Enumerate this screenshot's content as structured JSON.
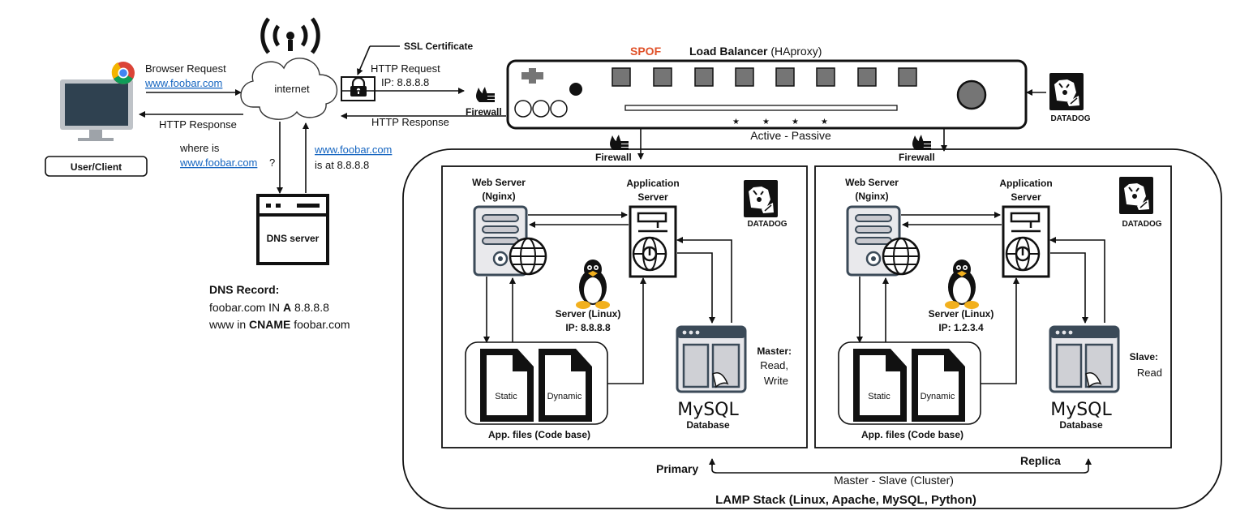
{
  "client": {
    "label": "User/Client",
    "browser_request": "Browser Request",
    "url": "www.foobar.com",
    "http_response": "HTTP Response"
  },
  "internet": {
    "label": "internet",
    "ssl_certificate": "SSL Certificate",
    "http_request": "HTTP Request",
    "request_ip": "IP: 8.8.8.8",
    "http_response": "HTTP Response",
    "where_is": "where is",
    "where_is_url": "www.foobar.com",
    "question": "?",
    "answer_url": "www.foobar.com",
    "answer_ip": "is at 8.8.8.8"
  },
  "dns": {
    "server_label": "DNS server",
    "record_title": "DNS Record:",
    "line1_pre": "foobar.com IN ",
    "line1_bold": "A",
    "line1_post": " 8.8.8.8",
    "line2_pre": "www in ",
    "line2_bold": "CNAME",
    "line2_post": " foobar.com"
  },
  "load_balancer": {
    "spof": "SPOF",
    "title_bold": "Load Balancer",
    "title_rest": " (HAproxy)",
    "mode": "Active - Passive",
    "firewall": "Firewall"
  },
  "datadog": "DATADOG",
  "servers": [
    {
      "web_server_1": "Web Server",
      "web_server_2": "(Nginx)",
      "app_server_1": "Application",
      "app_server_2": "Server",
      "os_label": "Server (Linux)",
      "ip": "IP: 8.8.8.8",
      "static": "Static",
      "dynamic": "Dynamic",
      "files_label": "App. files (Code base)",
      "mysql": "MySQL",
      "database": "Database",
      "role_title": "Master:",
      "role_line1": "Read,",
      "role_line2": "Write",
      "firewall": "Firewall"
    },
    {
      "web_server_1": "Web Server",
      "web_server_2": "(Nginx)",
      "app_server_1": "Application",
      "app_server_2": "Server",
      "os_label": "Server (Linux)",
      "ip": "IP: 1.2.3.4",
      "static": "Static",
      "dynamic": "Dynamic",
      "files_label": "App. files (Code base)",
      "mysql": "MySQL",
      "database": "Database",
      "role_title": "Slave:",
      "role_line1": "Read",
      "role_line2": "",
      "firewall": "Firewall"
    }
  ],
  "cluster": {
    "primary": "Primary",
    "replica": "Replica",
    "relation": "Master - Slave (Cluster)",
    "stack": "LAMP Stack (Linux, Apache, MySQL, Python)"
  },
  "colors": {
    "spof": "#e0522a",
    "link": "#1565c0",
    "lb_button": "#757575",
    "monitor": "#2f4150",
    "cloud_stroke": "#333333"
  },
  "icons": [
    "wifi-icon",
    "chrome-icon",
    "monitor-icon",
    "lock-icon",
    "firewall-icon",
    "dns-server-icon",
    "datadog-icon",
    "web-server-icon",
    "app-server-icon",
    "globe-icon",
    "linux-penguin-icon",
    "file-icon",
    "database-icon",
    "mysql-dolphin-icon"
  ]
}
